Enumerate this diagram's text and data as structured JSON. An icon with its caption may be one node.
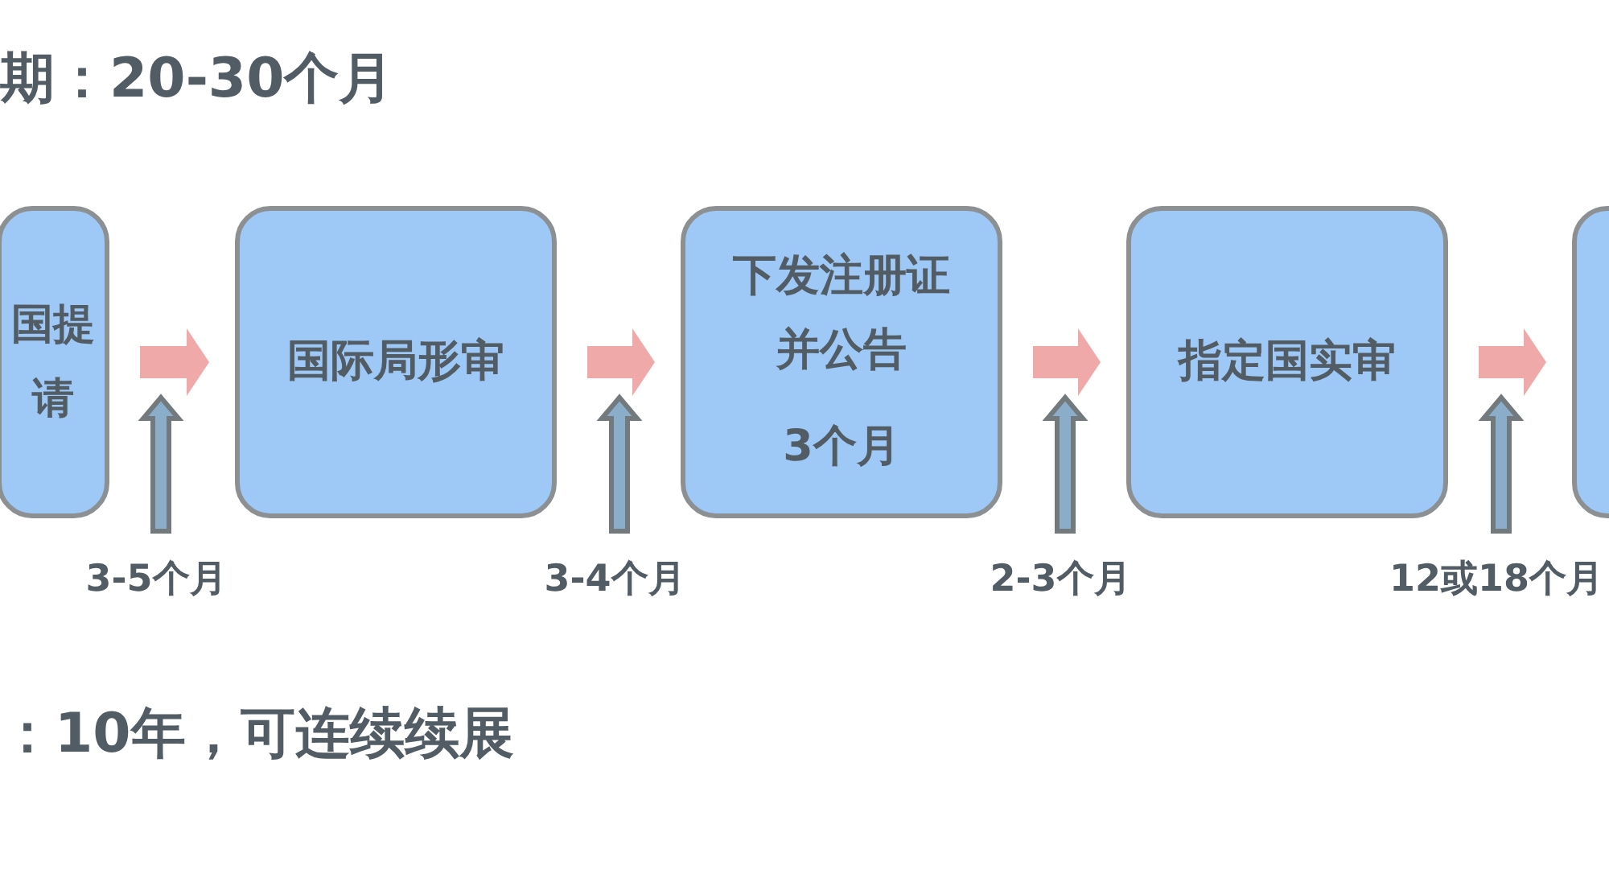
{
  "diagram": {
    "title": "期：20-30个月",
    "nodes": [
      {
        "text": [
          "国提请"
        ]
      },
      {
        "text": [
          "国际局形审"
        ]
      },
      {
        "text": [
          "下发注册证并公告",
          "3个月"
        ]
      },
      {
        "text": [
          "指定国实审"
        ]
      },
      {
        "text": [],
        "shape": "box"
      },
      {
        "text": [
          "3-5个月"
        ]
      },
      {
        "text": [
          "3-4个月"
        ]
      },
      {
        "text": [
          "2-3个月"
        ]
      },
      {
        "text": [
          "12或18个月"
        ]
      }
    ],
    "edges": [
      {
        "from": 0,
        "to": 1,
        "arrow": "to",
        "style": "thick",
        "color": "#f0a9a9"
      },
      {
        "from": 1,
        "to": 2,
        "arrow": "to",
        "style": "thick",
        "color": "#f0a9a9"
      },
      {
        "from": 2,
        "to": 3,
        "arrow": "to",
        "style": "thick",
        "color": "#f0a9a9"
      },
      {
        "from": 3,
        "to": 4,
        "arrow": "to",
        "style": "thick",
        "color": "#f0a9a9"
      },
      {
        "from": 5,
        "to": null,
        "arrow": "to",
        "style": "thick",
        "color": "#8aadc9"
      },
      {
        "from": 6,
        "to": null,
        "arrow": "to",
        "style": "thick",
        "color": "#8aadc9"
      },
      {
        "from": 7,
        "to": null,
        "arrow": "to",
        "style": "thick",
        "color": "#8aadc9"
      },
      {
        "from": 8,
        "to": null,
        "arrow": "to",
        "style": "thick",
        "color": "#8aadc9"
      }
    ],
    "labels": [
      "：10年，可连续续展"
    ]
  }
}
